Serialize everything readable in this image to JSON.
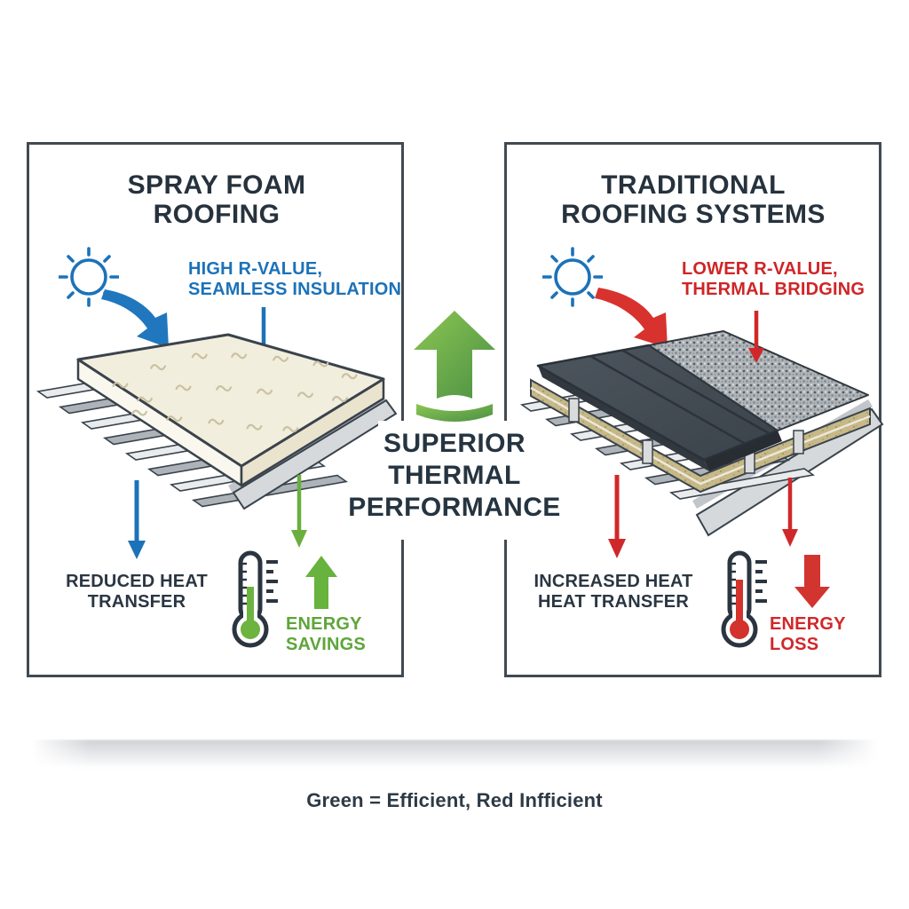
{
  "left_panel": {
    "title_line1": "SPRAY FOAM",
    "title_line2": "ROOFING",
    "callout_line1": "HIGH R-VALUE,",
    "callout_line2": "SEAMLESS INSULATION",
    "result_line1": "REDUCED HEAT",
    "result_line2": "TRANSFER",
    "energy_line1": "ENERGY",
    "energy_line2": "SAVINGS"
  },
  "right_panel": {
    "title_line1": "TRADITIONAL",
    "title_line2": "ROOFING SYSTEMS",
    "callout_line1": "LOWER R-VALUE,",
    "callout_line2": "THERMAL BRIDGING",
    "result_line1": "INCREASED HEAT",
    "result_line2": "HEAT TRANSFER",
    "energy_line1": "ENERGY",
    "energy_line2": "LOSS"
  },
  "center": {
    "headline_line1": "SUPERIOR",
    "headline_line2": "THERMAL",
    "headline_line3": "PERFORMANCE"
  },
  "footer": {
    "caption": "Green = Efficient, Red Infficient"
  },
  "icons": {
    "sun": "sun-icon",
    "thermometer": "thermometer-icon"
  },
  "colors": {
    "navy_text": "#26323d",
    "blue": "#1c72b8",
    "red": "#cf2527",
    "green_text": "#5ea53a",
    "green_arrow_light": "#8cc653",
    "green_arrow_dark": "#4b9044",
    "panel_border": "#414a52"
  }
}
